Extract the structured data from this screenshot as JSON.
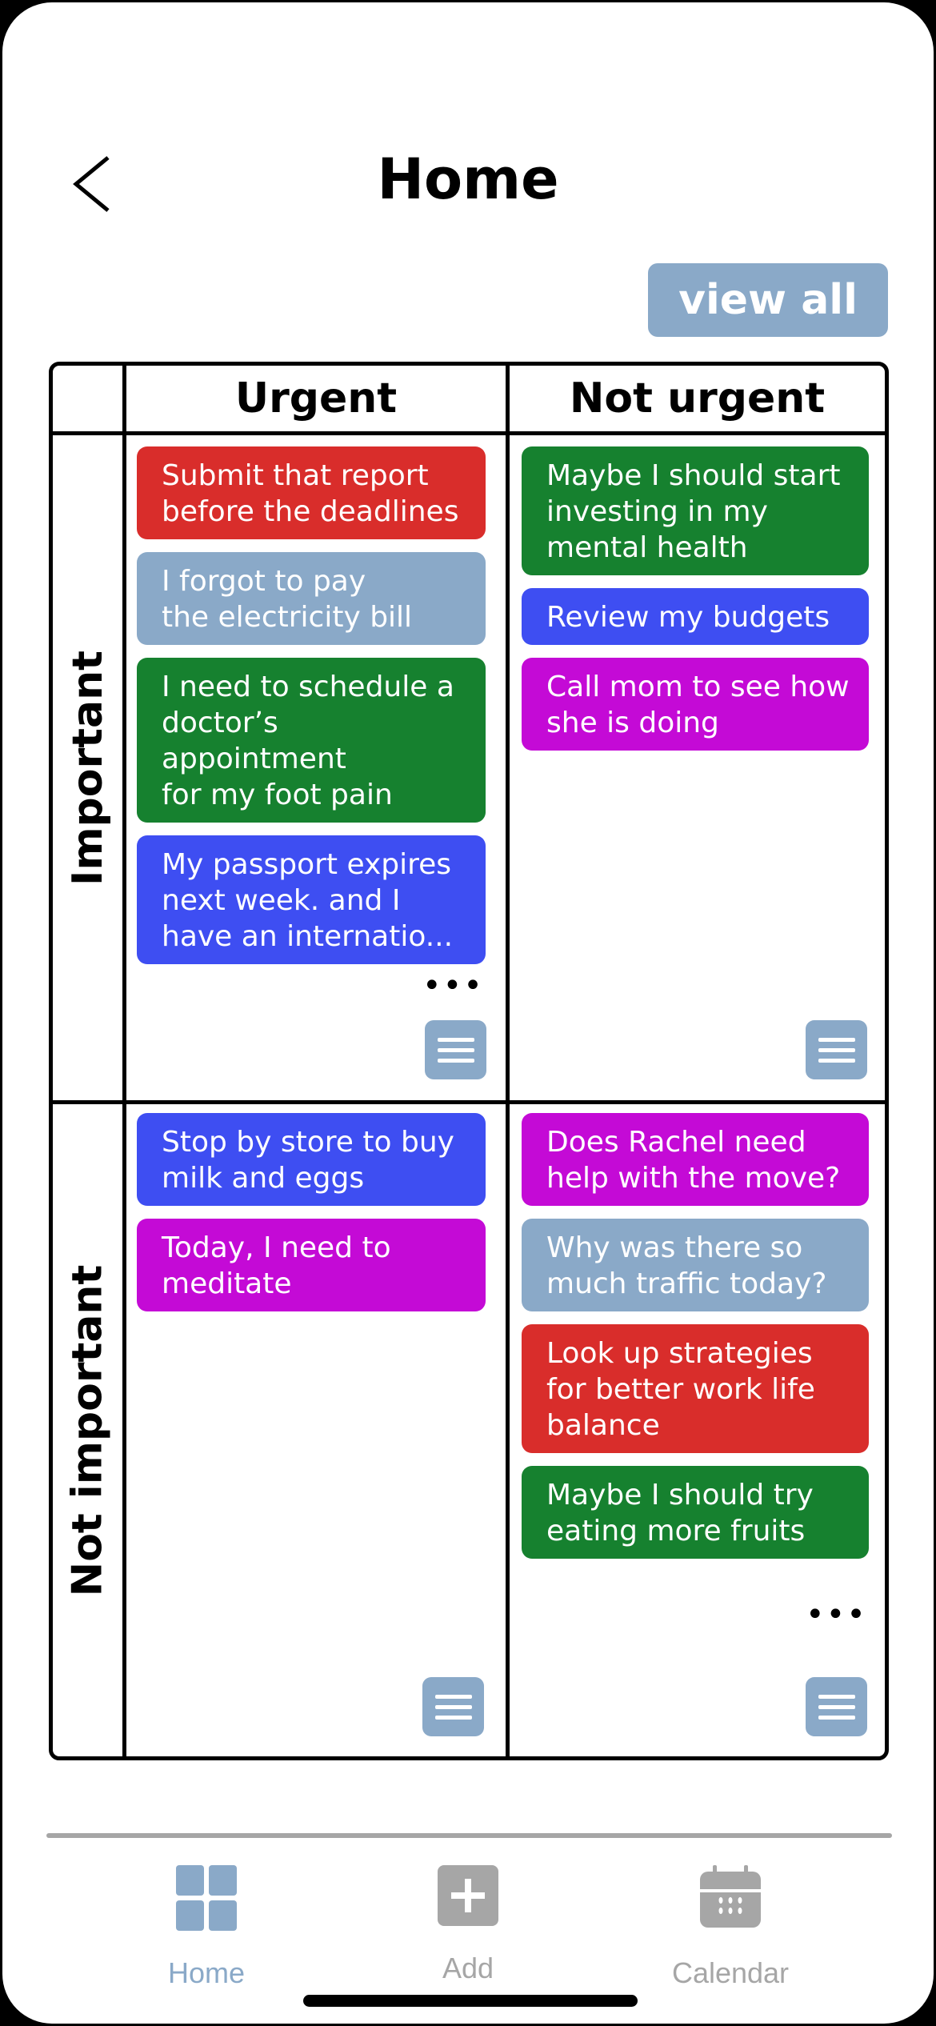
{
  "header": {
    "title": "Home",
    "back_icon": "chevron-left-icon",
    "view_all_label": "view all"
  },
  "matrix": {
    "columns": [
      "Urgent",
      "Not urgent"
    ],
    "rows": [
      "Important",
      "Not important"
    ],
    "quadrants": {
      "important_urgent": {
        "cards": [
          {
            "text": "Submit that report\nbefore the deadlines",
            "color": "#d92d2b"
          },
          {
            "text": "I forgot to pay\nthe electricity bill",
            "color": "#8aa9c8"
          },
          {
            "text": "I need to schedule a\ndoctor’s appointment\nfor my foot pain",
            "color": "#16812f"
          },
          {
            "text": "My passport expires\nnext week. and I\nhave an internatio...",
            "color": "#3e4ef2"
          }
        ],
        "more": "•••"
      },
      "important_not_urgent": {
        "cards": [
          {
            "text": "Maybe I should start\ninvesting in my\nmental health",
            "color": "#16812f"
          },
          {
            "text": "Review my budgets",
            "color": "#3e4ef2"
          },
          {
            "text": "Call mom to see how\nshe is doing",
            "color": "#c40ad6"
          }
        ]
      },
      "not_important_urgent": {
        "cards": [
          {
            "text": "Stop by store to buy\nmilk and eggs",
            "color": "#3e4ef2"
          },
          {
            "text": "Today, I need to\nmeditate",
            "color": "#c40ad6"
          }
        ]
      },
      "not_important_not_urgent": {
        "cards": [
          {
            "text": "Does Rachel need\nhelp with the move?",
            "color": "#c40ad6"
          },
          {
            "text": "Why was there so\nmuch traffic today?",
            "color": "#8aa9c8"
          },
          {
            "text": "Look up strategies\nfor better work life\nbalance",
            "color": "#d92d2b"
          },
          {
            "text": "Maybe I should try\neating more fruits",
            "color": "#16812f"
          }
        ],
        "more": "•••"
      }
    }
  },
  "tabbar": {
    "items": [
      {
        "label": "Home",
        "icon": "grid-icon",
        "active": true
      },
      {
        "label": "Add",
        "icon": "plus-square-icon",
        "active": false
      },
      {
        "label": "Calendar",
        "icon": "calendar-icon",
        "active": false
      }
    ],
    "active_color": "#8aa9c8",
    "inactive_color": "#a6a6a6"
  }
}
